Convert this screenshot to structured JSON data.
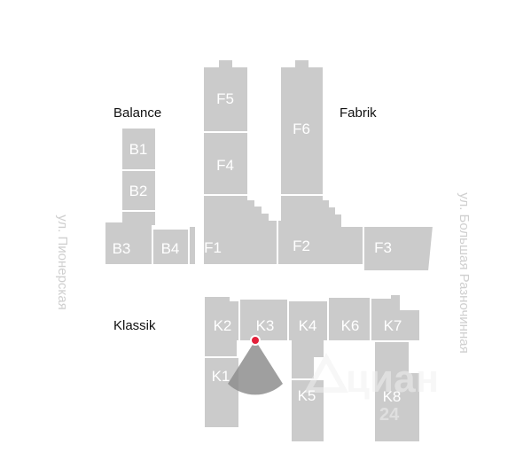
{
  "groups": {
    "balance": "Balance",
    "fabrik": "Fabrik",
    "klassik": "Klassik"
  },
  "streets": {
    "left": "ул. Пионерская",
    "right": "ул. Большая Разночинная"
  },
  "buildings": {
    "B1": "B1",
    "B2": "B2",
    "B3": "B3",
    "B4": "B4",
    "F1": "F1",
    "F2": "F2",
    "F3": "F3",
    "F4": "F4",
    "F5": "F5",
    "F6": "F6",
    "K1": "K1",
    "K2": "K2",
    "K3": "K3",
    "K4": "K4",
    "K5": "K5",
    "K6": "K6",
    "K7": "K7",
    "K8": "K8"
  },
  "watermark": {
    "text": "циан",
    "subtext": "24"
  },
  "colors": {
    "building": "#cbcbcb",
    "marker": "#e3203a",
    "view_cone": "#8e8e8e"
  }
}
